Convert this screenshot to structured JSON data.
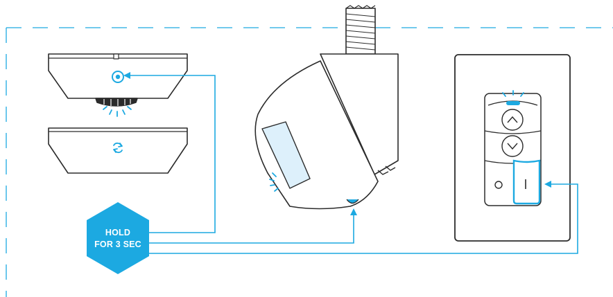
{
  "hold_badge": {
    "line1": "HOLD",
    "line2": "FOR 3 SEC"
  },
  "controls": {
    "raise_symbol": "^",
    "lower_symbol": "v",
    "off_symbol": "o",
    "on_symbol": "|"
  },
  "colors": {
    "accent": "#1CA9E1",
    "outline": "#2b2b2b",
    "fixture_glass": "#DDF0FB",
    "background": "#ffffff"
  },
  "icons": {
    "sensor_button": "target-button-icon",
    "sync": "refresh-icon",
    "led_glow": "led-rays-icon"
  }
}
